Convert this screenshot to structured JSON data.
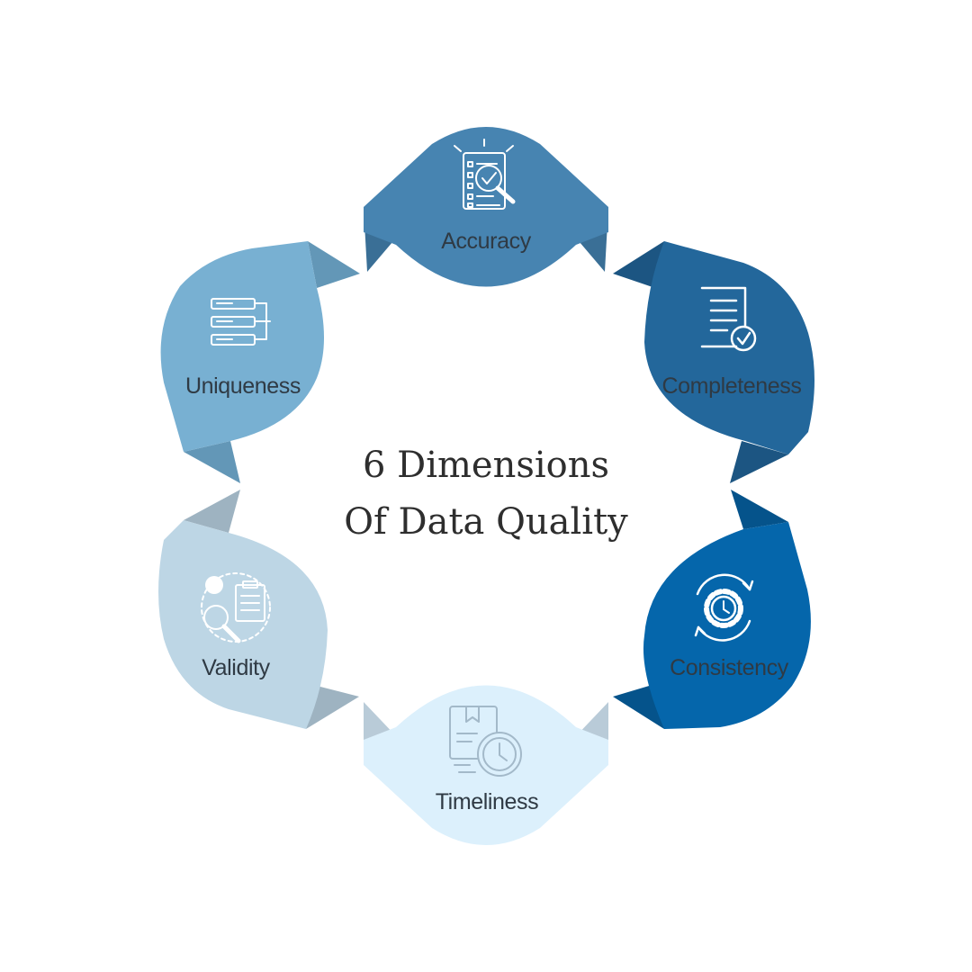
{
  "title": {
    "line1": "6 Dimensions",
    "line2": "Of Data Quality"
  },
  "segments": [
    {
      "label": "Accuracy",
      "icon": "checklist-magnifier-icon",
      "color": "#4784b1",
      "tab": "#3a6f96",
      "text_color": "#2f3a44",
      "icon_color": "#ffffff"
    },
    {
      "label": "Completeness",
      "icon": "document-check-icon",
      "color": "#23679b",
      "tab": "#1c5582",
      "text_color": "#2f3a44",
      "icon_color": "#ffffff"
    },
    {
      "label": "Consistency",
      "icon": "gear-clock-cycle-icon",
      "color": "#0566ab",
      "tab": "#05538b",
      "text_color": "#2f3a44",
      "icon_color": "#ffffff"
    },
    {
      "label": "Timeliness",
      "icon": "document-clock-icon",
      "color": "#dcf0fc",
      "tab": "#b9cbd8",
      "text_color": "#2f3a44",
      "icon_color": "#a3b9c9"
    },
    {
      "label": "Validity",
      "icon": "analysis-clipboard-icon",
      "color": "#bdd6e5",
      "tab": "#9eb3c1",
      "text_color": "#2f3a44",
      "icon_color": "#ffffff"
    },
    {
      "label": "Uniqueness",
      "icon": "database-servers-icon",
      "color": "#78b0d2",
      "tab": "#6397b7",
      "text_color": "#2f3a44",
      "icon_color": "#ffffff"
    }
  ]
}
